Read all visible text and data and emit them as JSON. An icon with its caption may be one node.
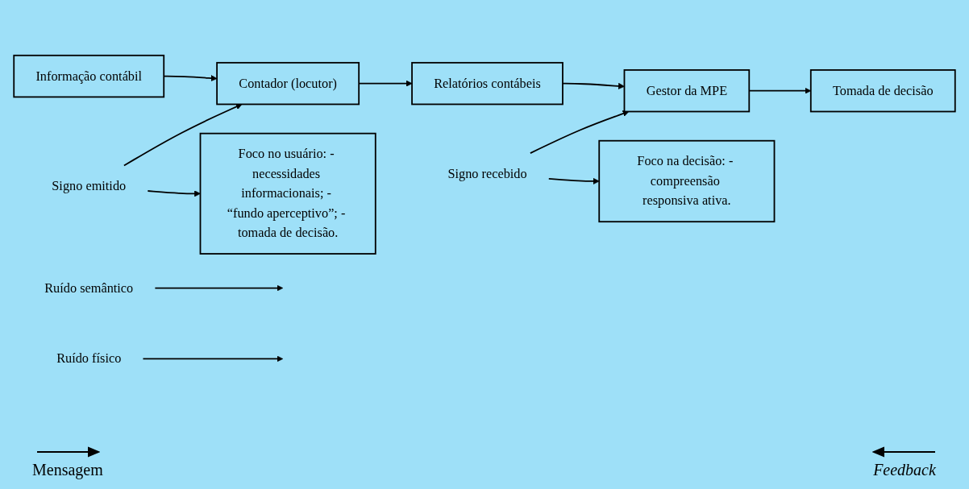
{
  "diagram": {
    "nodes": [
      {
        "text": [
          "Informação contábil"
        ]
      },
      {
        "text": [
          "Contador (locutor)"
        ]
      },
      {
        "text": [
          "Relatórios contábeis"
        ]
      },
      {
        "text": [
          "Gestor da MPE"
        ]
      },
      {
        "text": [
          "Tomada de decisão"
        ]
      },
      {
        "text": [
          "Ruído semântico"
        ]
      },
      {
        "text": [
          "Ruído físico"
        ]
      },
      {
        "text": [
          "Signo emitido"
        ]
      },
      {
        "text": [
          "Foco no usuário: - necessidades informacionais; - “fundo aperceptivo”; - tomada de decisão."
        ]
      },
      {
        "text": [
          "Signo recebido"
        ]
      },
      {
        "text": [
          "Foco na decisão: - compreensão responsiva ativa."
        ]
      }
    ],
    "edges": [
      {
        "from": 0,
        "to": 1,
        "arrow": "to"
      },
      {
        "from": 1,
        "to": 2,
        "arrow": "to"
      },
      {
        "from": 2,
        "to": 3,
        "arrow": "to"
      },
      {
        "from": 3,
        "to": 4,
        "arrow": "to"
      },
      {
        "from": 5,
        "to": null,
        "arrow": "to"
      },
      {
        "from": 6,
        "to": null,
        "arrow": "to"
      },
      {
        "from": 7,
        "to": 1,
        "arrow": "to"
      },
      {
        "from": 7,
        "to": 8,
        "arrow": "to"
      },
      {
        "from": 9,
        "to": 3,
        "arrow": "to"
      },
      {
        "from": 9,
        "to": 10,
        "arrow": "to"
      }
    ],
    "labels": [
      "Mensagem",
      "Feedback"
    ]
  }
}
